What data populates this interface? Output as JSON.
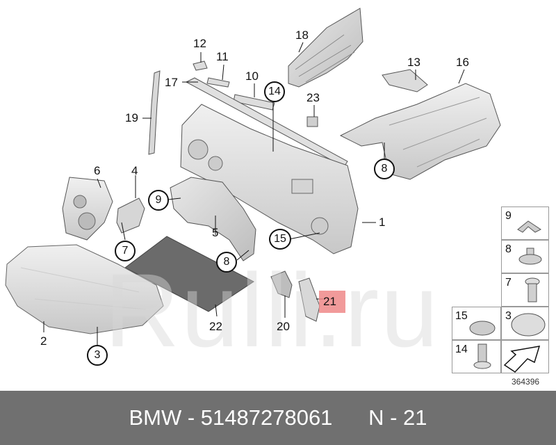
{
  "diagram": {
    "labels": {
      "l1": "1",
      "l2": "2",
      "l3": "3",
      "l4": "4",
      "l5": "5",
      "l6": "6",
      "l7": "7",
      "l8a": "8",
      "l8b": "8",
      "l9": "9",
      "l10": "10",
      "l11": "11",
      "l12": "12",
      "l13": "13",
      "l14": "14",
      "l15": "15",
      "l16": "16",
      "l17": "17",
      "l18": "18",
      "l19": "19",
      "l20": "20",
      "l21": "21",
      "l22": "22",
      "l23": "23",
      "l3c": "3"
    },
    "legend": {
      "n9": "9",
      "n8": "8",
      "n7": "7",
      "n15": "15",
      "n3": "3",
      "n14": "14"
    },
    "image_id": "364396",
    "watermark": "Rulli.ru",
    "highlight_color": "#ee8888"
  },
  "footer": {
    "text": "BMW - 51487278061      N - 21"
  }
}
